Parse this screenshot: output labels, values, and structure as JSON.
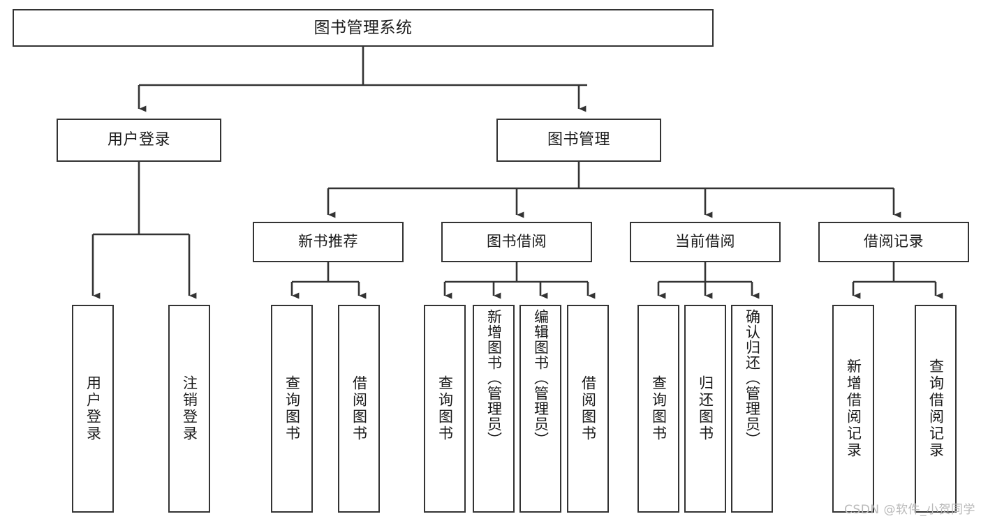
{
  "diagram": {
    "title": "图书管理系统",
    "type": "tree-hierarchy-diagram",
    "colors": {
      "box_border": "#333333",
      "box_fill": "#ffffff",
      "connector": "#333333",
      "text": "#1a1a1a",
      "watermark": "#b9b9b9",
      "background": "#ffffff"
    },
    "root": {
      "label": "图书管理系统"
    },
    "level2": [
      {
        "label": "用户登录"
      },
      {
        "label": "图书管理"
      }
    ],
    "level3": [
      {
        "label": "新书推荐"
      },
      {
        "label": "图书借阅"
      },
      {
        "label": "当前借阅"
      },
      {
        "label": "借阅记录"
      }
    ],
    "leaves": {
      "user_login": [
        {
          "label": "用户登录"
        },
        {
          "label": "注销登录"
        }
      ],
      "new_book_recommend": [
        {
          "label": "查询图书"
        },
        {
          "label": "借阅图书"
        }
      ],
      "book_borrow": [
        {
          "label": "查询图书"
        },
        {
          "label": "新增图书（管理员）"
        },
        {
          "label": "编辑图书（管理员）"
        },
        {
          "label": "借阅图书"
        }
      ],
      "current_borrow": [
        {
          "label": "查询图书"
        },
        {
          "label": "归还图书"
        },
        {
          "label": "确认归还（管理员）"
        }
      ],
      "borrow_record": [
        {
          "label": "新增借阅记录"
        },
        {
          "label": "查询借阅记录"
        }
      ]
    }
  },
  "watermark": {
    "text": "CSDN @软件_小贺同学"
  }
}
